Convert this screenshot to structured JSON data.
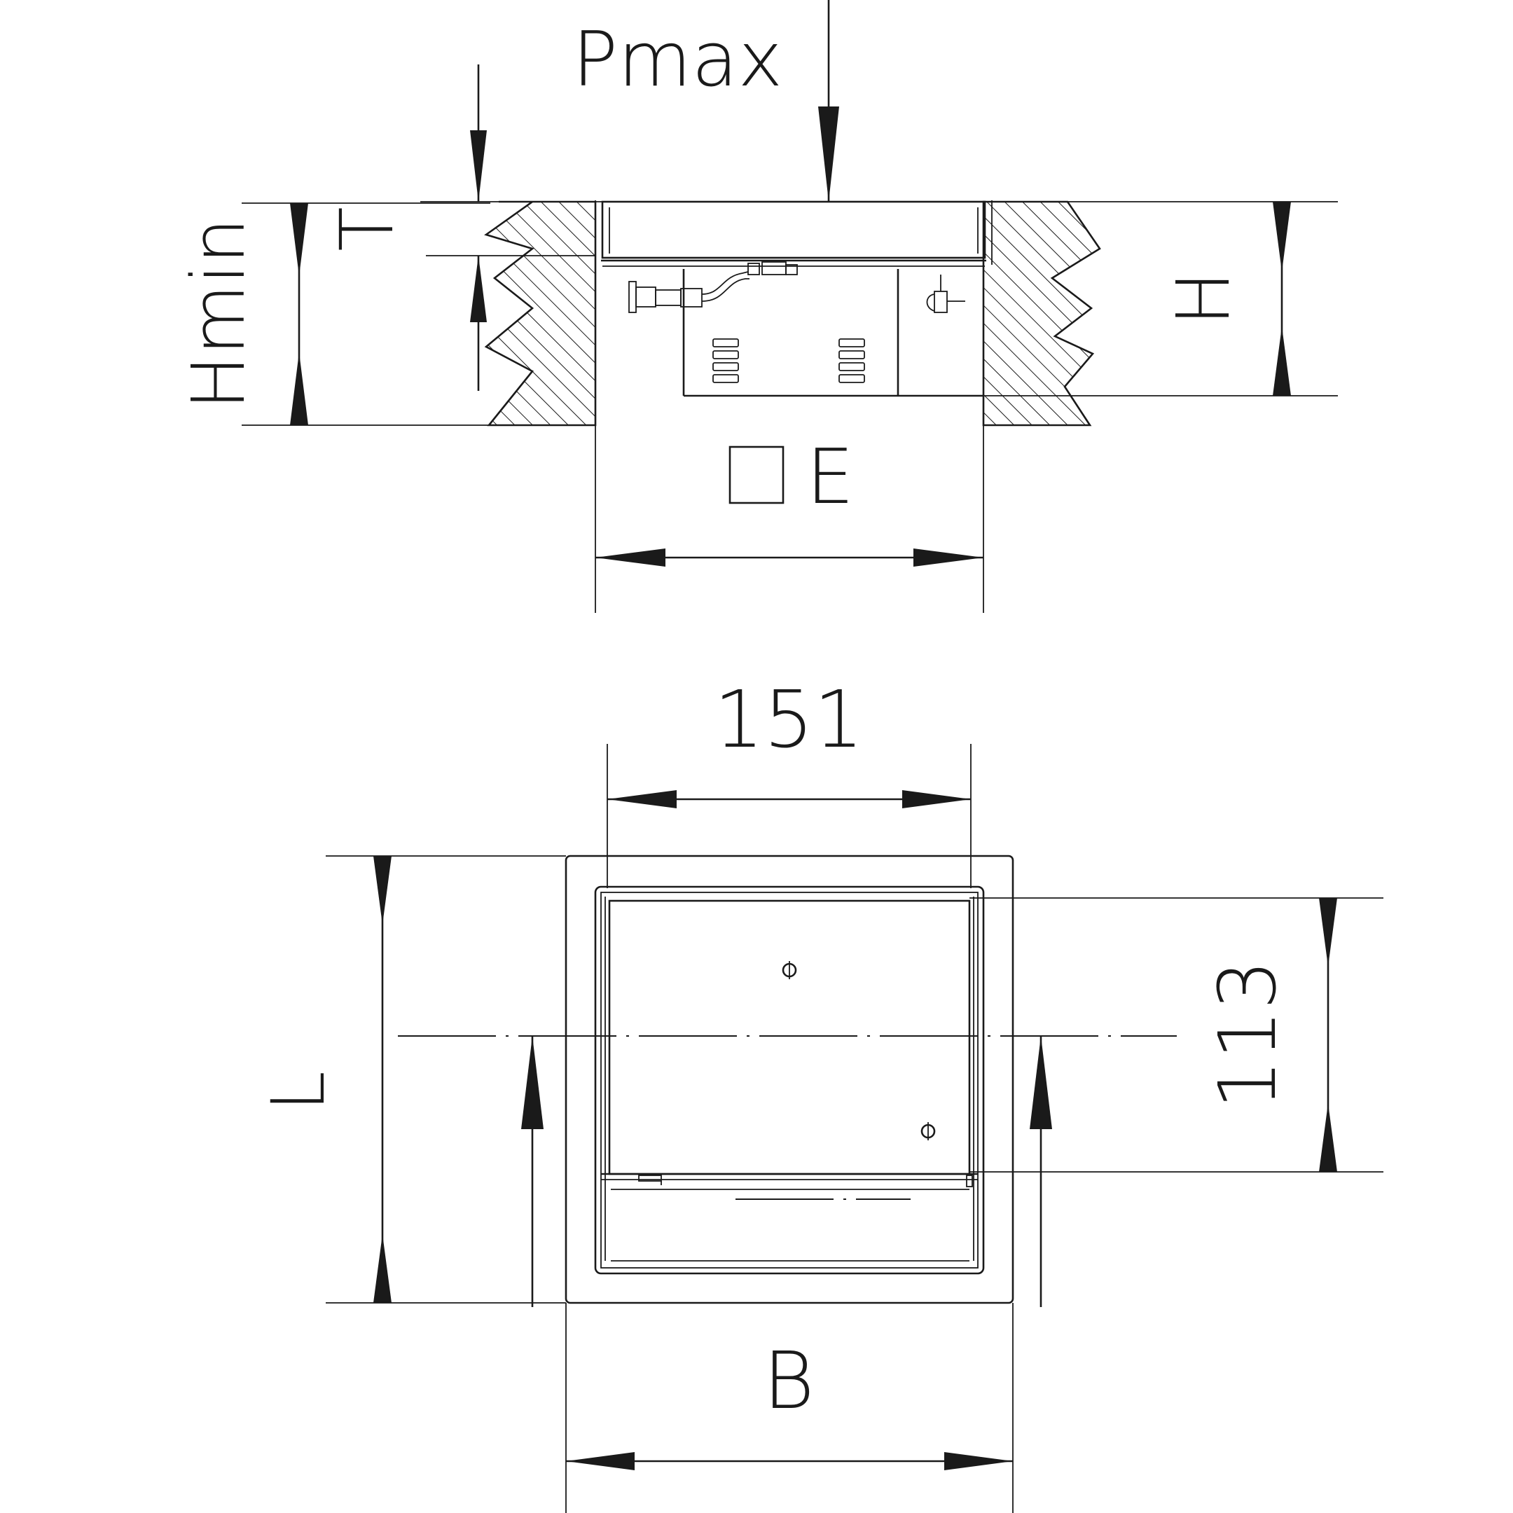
{
  "labels": {
    "pmax": "Pmax",
    "t": "T",
    "hmin": "Hmin",
    "h": "H",
    "e": "E",
    "dim_151": "151",
    "dim_113": "113",
    "l": "L",
    "b": "B"
  }
}
